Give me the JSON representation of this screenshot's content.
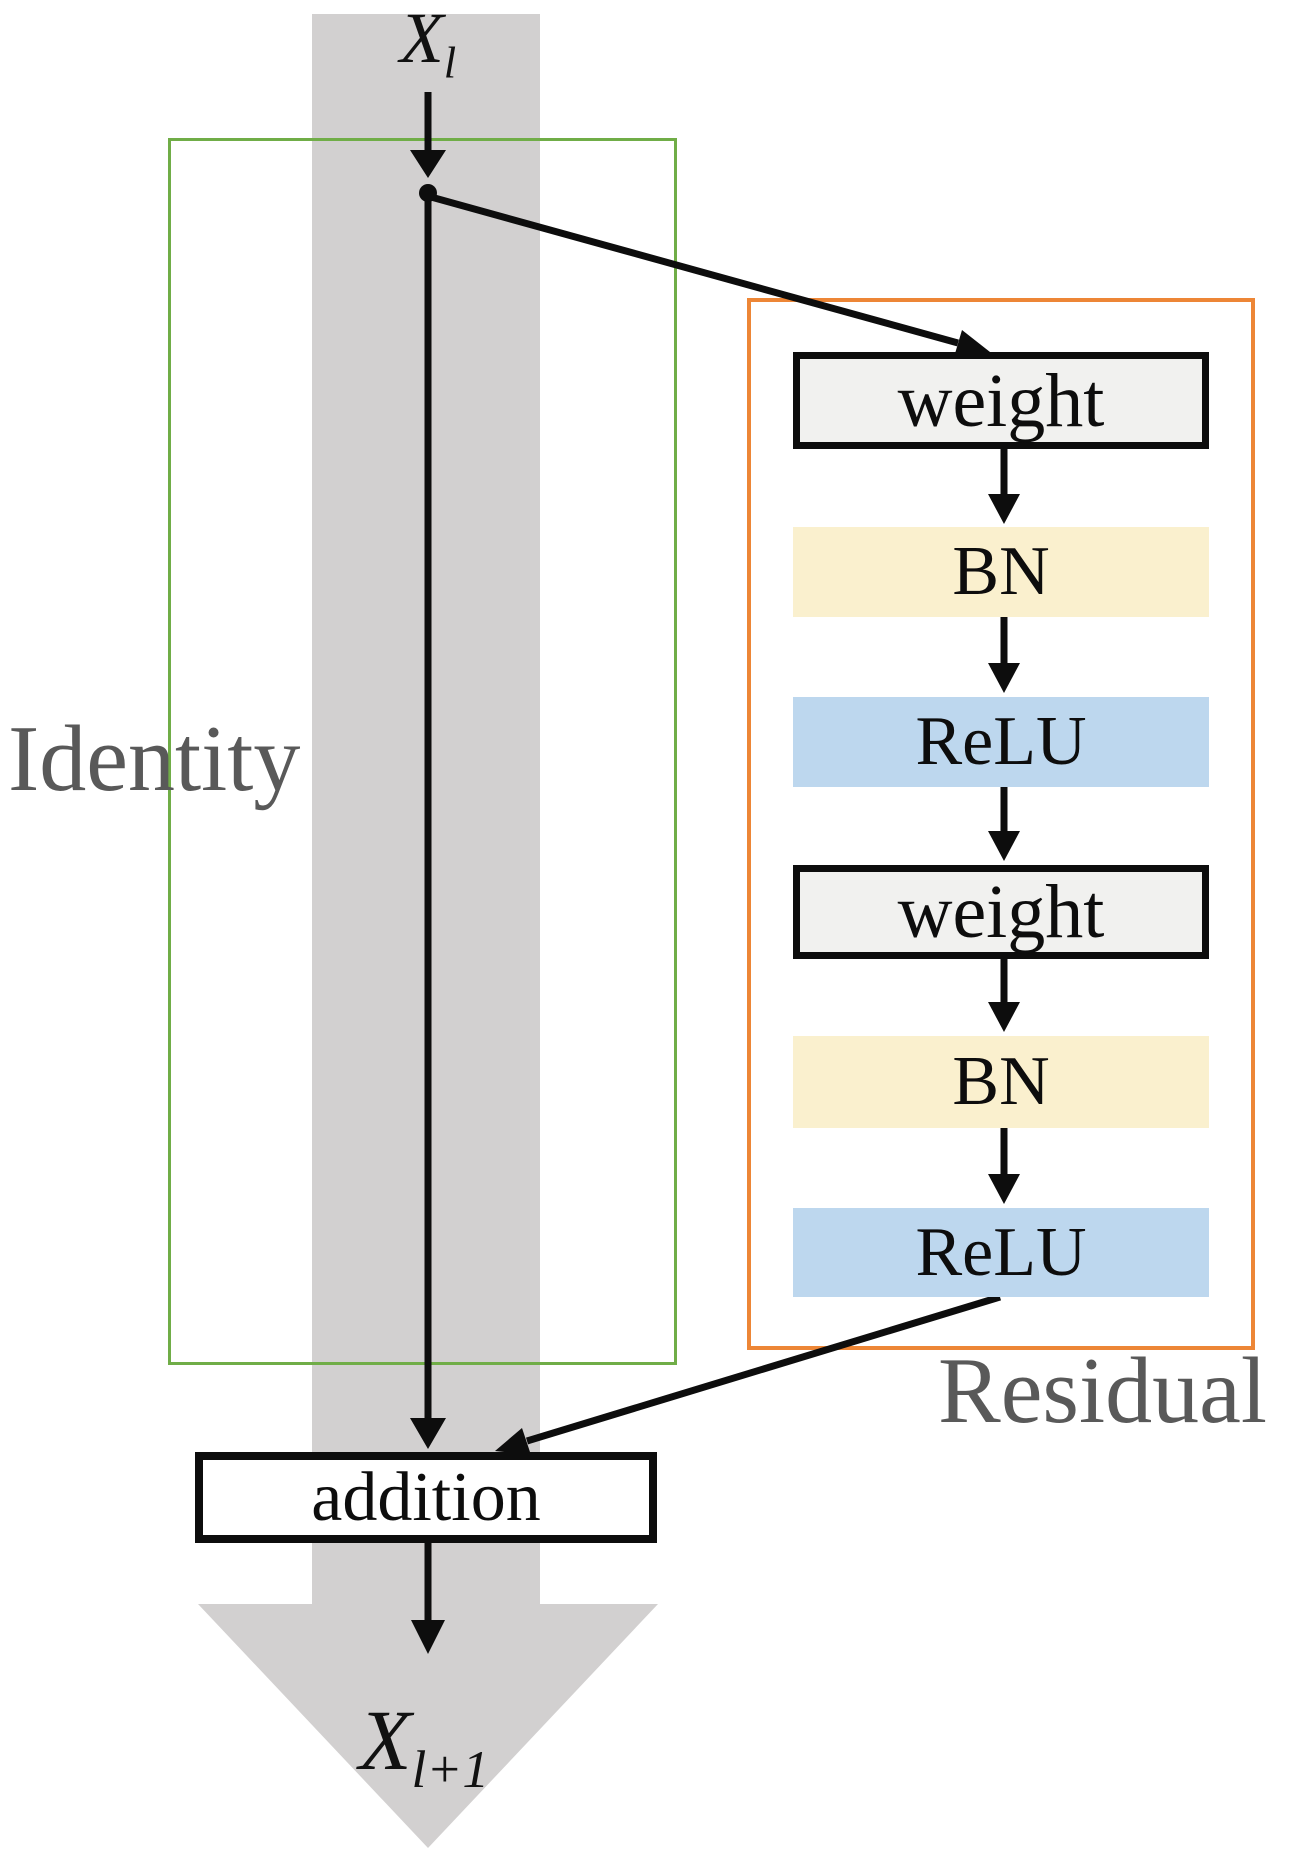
{
  "diagram": {
    "title_semantics": "residual-block",
    "top_input": {
      "base": "X",
      "sub": "l"
    },
    "identity": {
      "label": "Identity"
    },
    "residual": {
      "label": "Residual",
      "boxes": [
        {
          "label": "weight"
        },
        {
          "label": "BN"
        },
        {
          "label": "ReLU"
        },
        {
          "label": "weight"
        },
        {
          "label": "BN"
        },
        {
          "label": "ReLU"
        }
      ]
    },
    "addition": {
      "label": "addition"
    },
    "bottom_output": {
      "base": "X",
      "sub": "l+1"
    },
    "colors": {
      "identity_group_border": "#70AD47",
      "residual_group_border": "#ED8636",
      "weight_fill": "#F1F1EF",
      "bn_fill": "#FAF0CE",
      "relu_fill": "#BDD7EE",
      "identity_band": "#D2D0D0",
      "side_label_text": "#595959",
      "arrow_stroke": "#0d0d0d"
    }
  }
}
